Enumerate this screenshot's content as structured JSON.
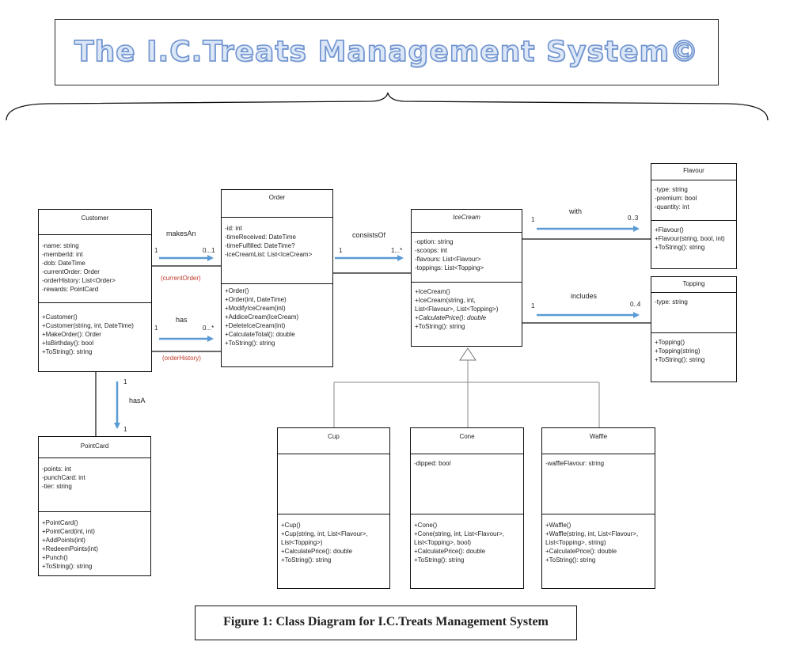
{
  "title": "The I.C.Treats Management System©",
  "caption": "Figure 1: Class Diagram for I.C.Treats Management System",
  "classes": {
    "customer": {
      "name": "Customer",
      "attributes": [
        "-name: string",
        "-memberId: int",
        "-dob: DateTime",
        "-currentOrder: Order",
        "-orderHistory: List<Order>",
        "-rewards: PointCard"
      ],
      "operations": [
        "+Customer()",
        "+Customer(string, int, DateTime)",
        "+MakeOrder(): Order",
        "+IsBirthday(): bool",
        "+ToString(): string"
      ]
    },
    "order": {
      "name": "Order",
      "attributes": [
        "-id: int",
        "-timeReceived: DateTime",
        "-timeFulfilled: DateTime?",
        "-iceCreamList: List<IceCream>"
      ],
      "operations": [
        "+Order()",
        "+Order(int, DateTime)",
        "+ModifyIceCream(int)",
        "+AddiceCream(IceCream)",
        "+DeleteIceCream(int)",
        "+CalculateTotal(): double",
        "+ToString(): string"
      ]
    },
    "icecream": {
      "name": "IceCream",
      "attributes": [
        "-option: string",
        "-scoops: int",
        "-flavours: List<Flavour>",
        "-toppings: List<Topping>"
      ],
      "operations": [
        "+IceCream()",
        "+IceCream(string, int,",
        "List<Flavour>, List<Topping>)",
        "+CalculatePrice(): double",
        "+ToString(): string"
      ]
    },
    "flavour": {
      "name": "Flavour",
      "attributes": [
        "-type: string",
        "-premium: bool",
        "-quantity: int"
      ],
      "operations": [
        "+Flavour()",
        "+Flavour(string, bool, int)",
        "+ToString(): string"
      ]
    },
    "topping": {
      "name": "Topping",
      "attributes": [
        "-type: string"
      ],
      "operations": [
        "+Topping()",
        "+Topping(string)",
        "+ToString(): string"
      ]
    },
    "pointcard": {
      "name": "PointCard",
      "attributes": [
        "-points: int",
        "-punchCard: int",
        "-tier: string"
      ],
      "operations": [
        "+PointCard()",
        "+PointCard(int, int)",
        "+AddPoints(int)",
        "+RedeemPoints(int)",
        "+Punch()",
        "+ToString(): string"
      ]
    },
    "cup": {
      "name": "Cup",
      "attributes": [],
      "operations": [
        "+Cup()",
        "+Cup(string, int, List<Flavour>,",
        "List<Topping>)",
        "+CalculatePrice(): double",
        "+ToString(): string"
      ]
    },
    "cone": {
      "name": "Cone",
      "attributes": [
        "-dipped: bool"
      ],
      "operations": [
        "+Cone()",
        "+Cone(string, int, List<Flavour>,",
        "List<Topping>, bool)",
        "+CalculatePrice(): double",
        "+ToString(): string"
      ]
    },
    "waffle": {
      "name": "Waffle",
      "attributes": [
        "-waffleFlavour: string"
      ],
      "operations": [
        "+Waffle()",
        "+Waffle(string, int, List<Flavour>,",
        "List<Topping>, string)",
        "+CalculatePrice(): double",
        "+ToString(): string"
      ]
    }
  },
  "associations": {
    "makesAn": {
      "label": "makesAn",
      "src_mult": "1",
      "dst_mult": "0...1",
      "role": "(currentOrder)"
    },
    "has": {
      "label": "has",
      "src_mult": "1",
      "dst_mult": "0...*",
      "role": "(orderHistory)"
    },
    "hasA": {
      "label": "hasA",
      "src_mult": "1",
      "dst_mult": "1"
    },
    "consistsOf": {
      "label": "consistsOf",
      "src_mult": "1",
      "dst_mult": "1...*"
    },
    "with": {
      "label": "with",
      "src_mult": "1",
      "dst_mult": "0..3"
    },
    "includes": {
      "label": "includes",
      "src_mult": "1",
      "dst_mult": "0..4"
    }
  },
  "colors": {
    "arrow": "#5b9bd5",
    "role_text": "#c0392b",
    "title_fill": "#dbe6f6",
    "title_outline": "#6f93cf"
  }
}
